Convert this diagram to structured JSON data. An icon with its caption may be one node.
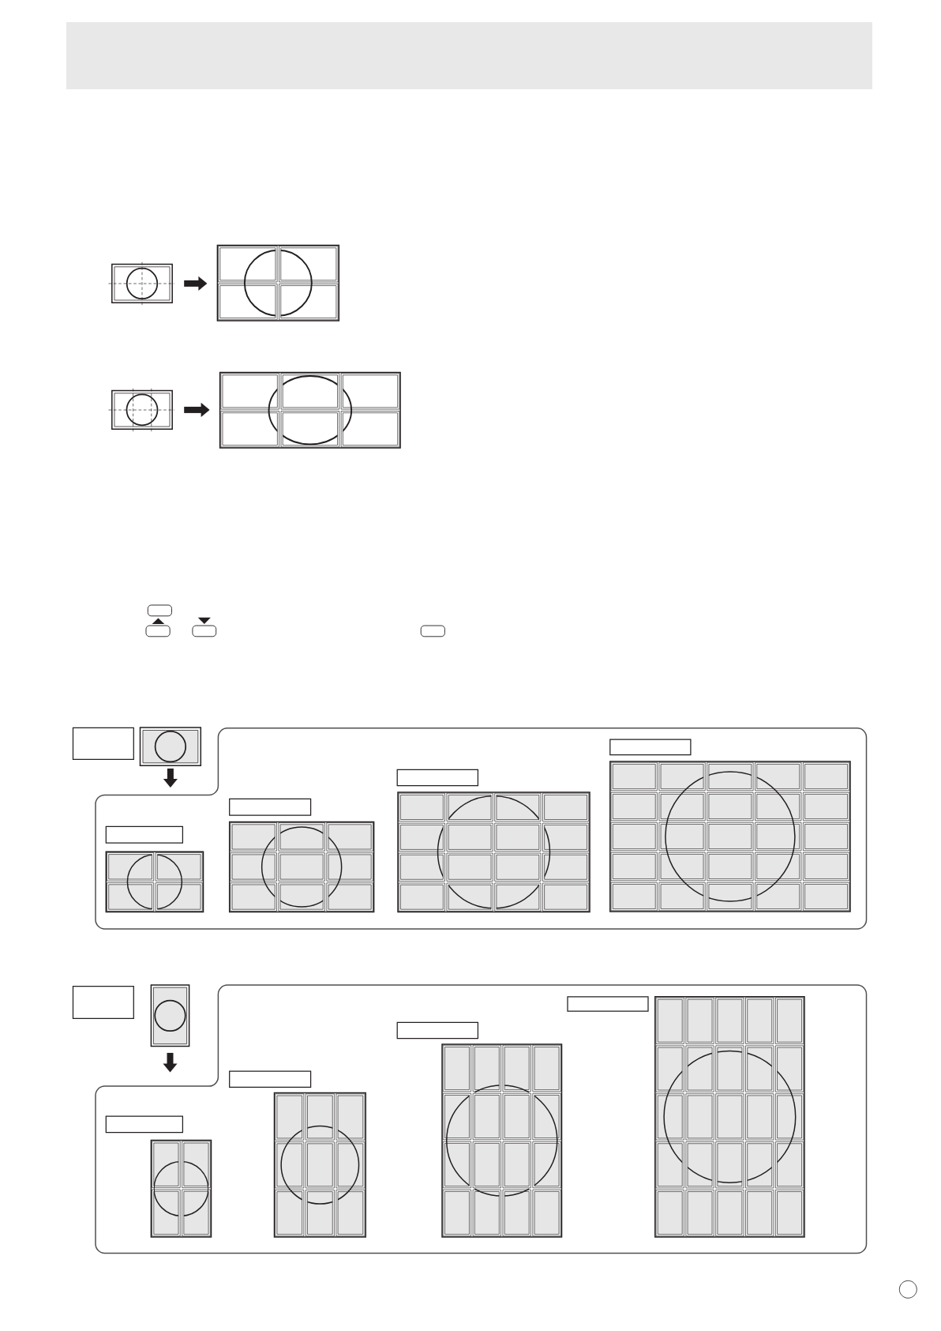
{
  "diagram": {
    "nodes": [
      {
        "text": [],
        "shape": "picture"
      },
      {
        "text": [],
        "shape": "picture"
      },
      {
        "text": [],
        "shape": "picture"
      },
      {
        "text": [],
        "shape": "picture"
      },
      {
        "text": [],
        "shape": "box"
      },
      {
        "text": [],
        "shape": "picture"
      },
      {
        "text": [],
        "shape": "box"
      },
      {
        "text": [],
        "shape": "box",
        "in": 6
      },
      {
        "text": [],
        "shape": "picture",
        "in": 6
      },
      {
        "text": [],
        "shape": "box",
        "in": 6
      },
      {
        "text": [],
        "shape": "picture",
        "in": 6
      },
      {
        "text": [],
        "shape": "box",
        "in": 6
      },
      {
        "text": [],
        "shape": "picture",
        "in": 6
      },
      {
        "text": [],
        "shape": "box",
        "in": 6
      },
      {
        "text": [],
        "shape": "picture",
        "in": 6
      },
      {
        "text": [],
        "shape": "box"
      },
      {
        "text": [],
        "shape": "picture"
      },
      {
        "text": [],
        "shape": "box"
      },
      {
        "text": [],
        "shape": "box",
        "in": 17
      },
      {
        "text": [],
        "shape": "picture",
        "in": 17
      },
      {
        "text": [],
        "shape": "box",
        "in": 17
      },
      {
        "text": [],
        "shape": "picture",
        "in": 17
      },
      {
        "text": [],
        "shape": "box",
        "in": 17
      },
      {
        "text": [],
        "shape": "picture",
        "in": 17
      },
      {
        "text": [],
        "shape": "box",
        "in": 17
      },
      {
        "text": [],
        "shape": "picture",
        "in": 17
      }
    ],
    "edges": [
      {
        "from": 0,
        "to": 1,
        "arrow": "to"
      },
      {
        "from": 2,
        "to": 3,
        "arrow": "to"
      },
      {
        "from": 5,
        "to": 6,
        "arrow": "to"
      },
      {
        "from": 16,
        "to": 17,
        "arrow": "to"
      }
    ]
  }
}
